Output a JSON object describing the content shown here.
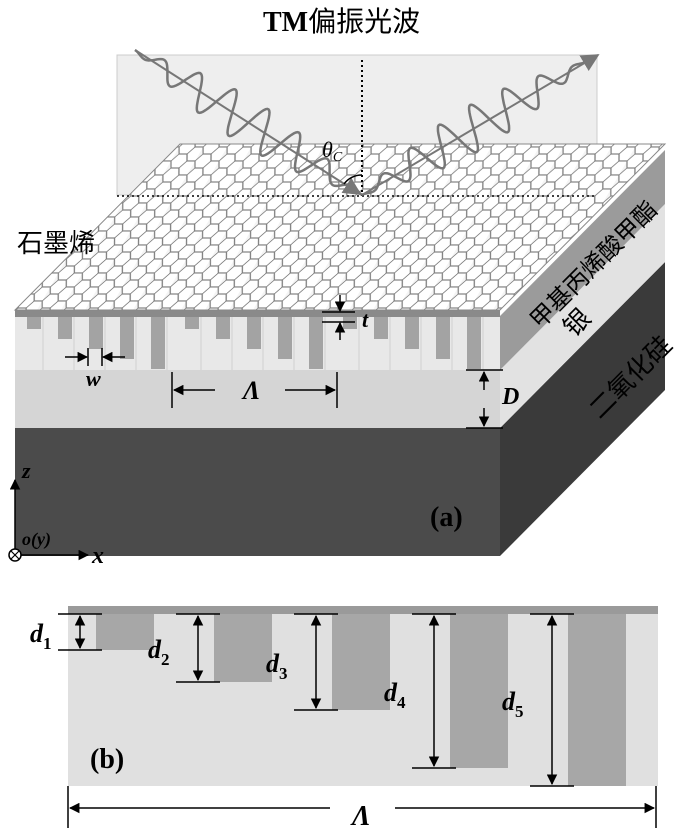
{
  "title": {
    "prefix": "TM",
    "suffix": "偏振光波"
  },
  "angle_label": "θ",
  "angle_sub": "C",
  "labels": {
    "graphene": "石墨烯",
    "pmma": "甲基丙烯酸甲酯",
    "silver": "银",
    "sio2": "二氧化硅",
    "t": "t",
    "w": "w",
    "period": "Λ",
    "D": "D",
    "panel_a": "(a)",
    "panel_b": "(b)",
    "axis_z": "z",
    "axis_x": "x",
    "axis_oy": "o(y)"
  },
  "depth_labels": [
    {
      "letter": "d",
      "sub": "1"
    },
    {
      "letter": "d",
      "sub": "2"
    },
    {
      "letter": "d",
      "sub": "3"
    },
    {
      "letter": "d",
      "sub": "4"
    },
    {
      "letter": "d",
      "sub": "5"
    }
  ],
  "colors": {
    "graphene_fill": "#ffffff",
    "graphene_stroke": "#7a7a7a",
    "top_face": "#e4e4e4",
    "pmma": "#9a9a9a",
    "silver": "#d6d6d6",
    "grooves": "#a8a8a8",
    "substrate_front": "#4a4a4a",
    "substrate_side": "#3a3a3a",
    "plane": "#efefef"
  }
}
